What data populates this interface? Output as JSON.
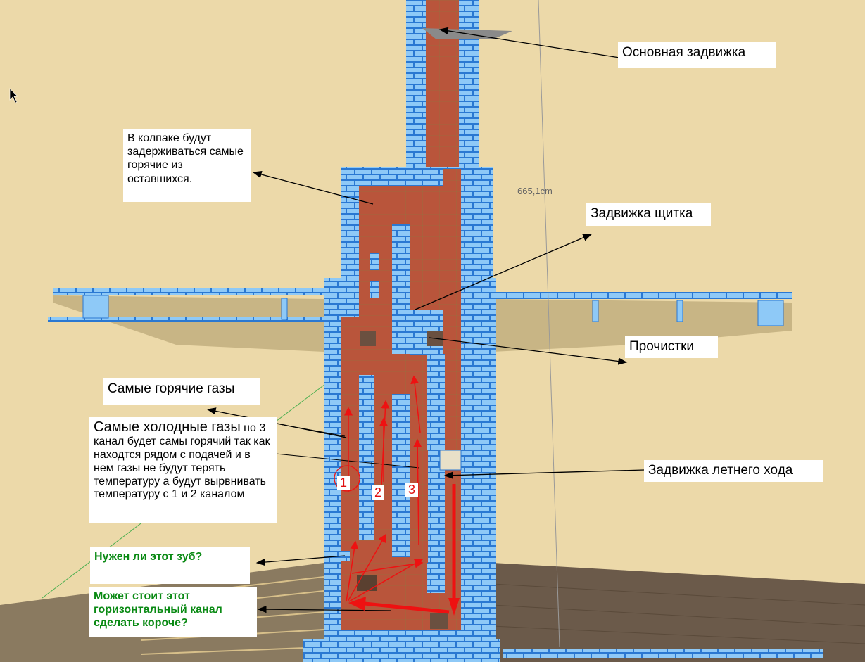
{
  "labels": {
    "main_damper": "Основная задвижка",
    "hood_note": "В колпаке будут задерживаться самые горячие из оставшихся.",
    "shield_damper": "Задвижка щитка",
    "cleanouts": "Прочистки",
    "hottest_gases": "Самые горячие газы",
    "coldest_gases_bold": "Самые холодные газы",
    "coldest_gases_rest": " но 3 канал будет самы горячий так как находтся рядом с подачей и в нем газы не будут терять температуру а будут вырвнивать температуру с 1 и 2 каналом",
    "summer_damper": "Задвижка летнего хода",
    "tooth_question": "Нужен ли этот зуб?",
    "channel_question": "Может стоит этот горизонтальный канал сделать короче?"
  },
  "channels": [
    "1",
    "2",
    "3"
  ],
  "dimension": "665,1cm",
  "colors": {
    "brick": "#8ec9f7",
    "brick_edge": "#2a78d2",
    "channel": "#b9553b",
    "arrow": "#ee1111",
    "background": "#ecd9a9"
  }
}
